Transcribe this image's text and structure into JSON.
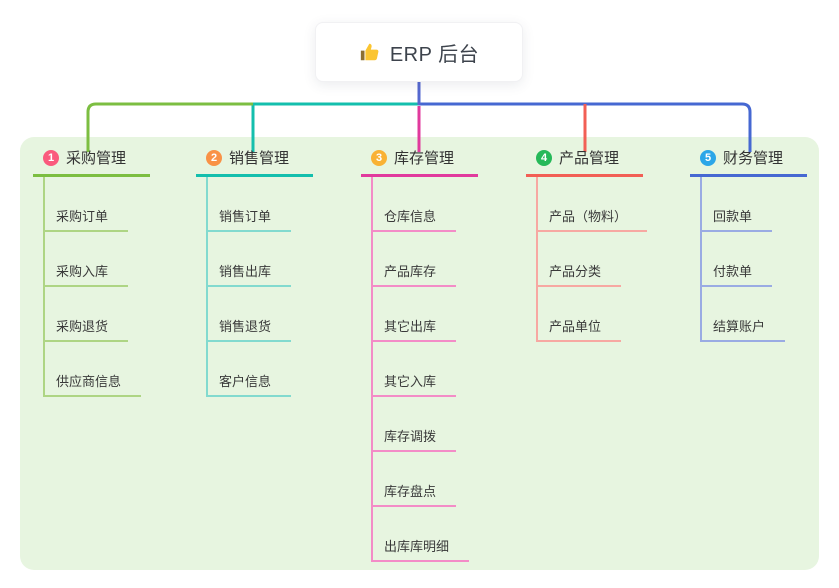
{
  "canvas": {
    "page_background": "#ffffff",
    "panel_background": "#e7f5e0",
    "root_line_color": "#5568d0",
    "root_card_background": "#ffffff"
  },
  "root": {
    "label": "ERP 后台",
    "icon": "thumbs-up-icon",
    "icon_colors": {
      "hand": "#fbc531",
      "cuff": "#8d6e2f"
    }
  },
  "branches": [
    {
      "index": "1",
      "label": "采购管理",
      "badge_color": "#fa5a7d",
      "line_color": "#7cbe41",
      "child_line_color": "#aed584",
      "children": [
        "采购订单",
        "采购入库",
        "采购退货",
        "供应商信息"
      ]
    },
    {
      "index": "2",
      "label": "销售管理",
      "badge_color": "#f99246",
      "line_color": "#14bfad",
      "child_line_color": "#82dacf",
      "children": [
        "销售订单",
        "销售出库",
        "销售退货",
        "客户信息"
      ]
    },
    {
      "index": "3",
      "label": "库存管理",
      "badge_color": "#f9b234",
      "line_color": "#e13a9d",
      "child_line_color": "#f38cc7",
      "children": [
        "仓库信息",
        "产品库存",
        "其它出库",
        "其它入库",
        "库存调拨",
        "库存盘点",
        "出库库明细"
      ]
    },
    {
      "index": "4",
      "label": "产品管理",
      "badge_color": "#26b959",
      "line_color": "#f25f55",
      "child_line_color": "#f7a8a2",
      "children": [
        "产品（物料）",
        "产品分类",
        "产品单位"
      ]
    },
    {
      "index": "5",
      "label": "财务管理",
      "badge_color": "#2ba6e8",
      "line_color": "#4668d2",
      "child_line_color": "#9aabe3",
      "children": [
        "回款单",
        "付款单",
        "结算账户"
      ]
    }
  ]
}
